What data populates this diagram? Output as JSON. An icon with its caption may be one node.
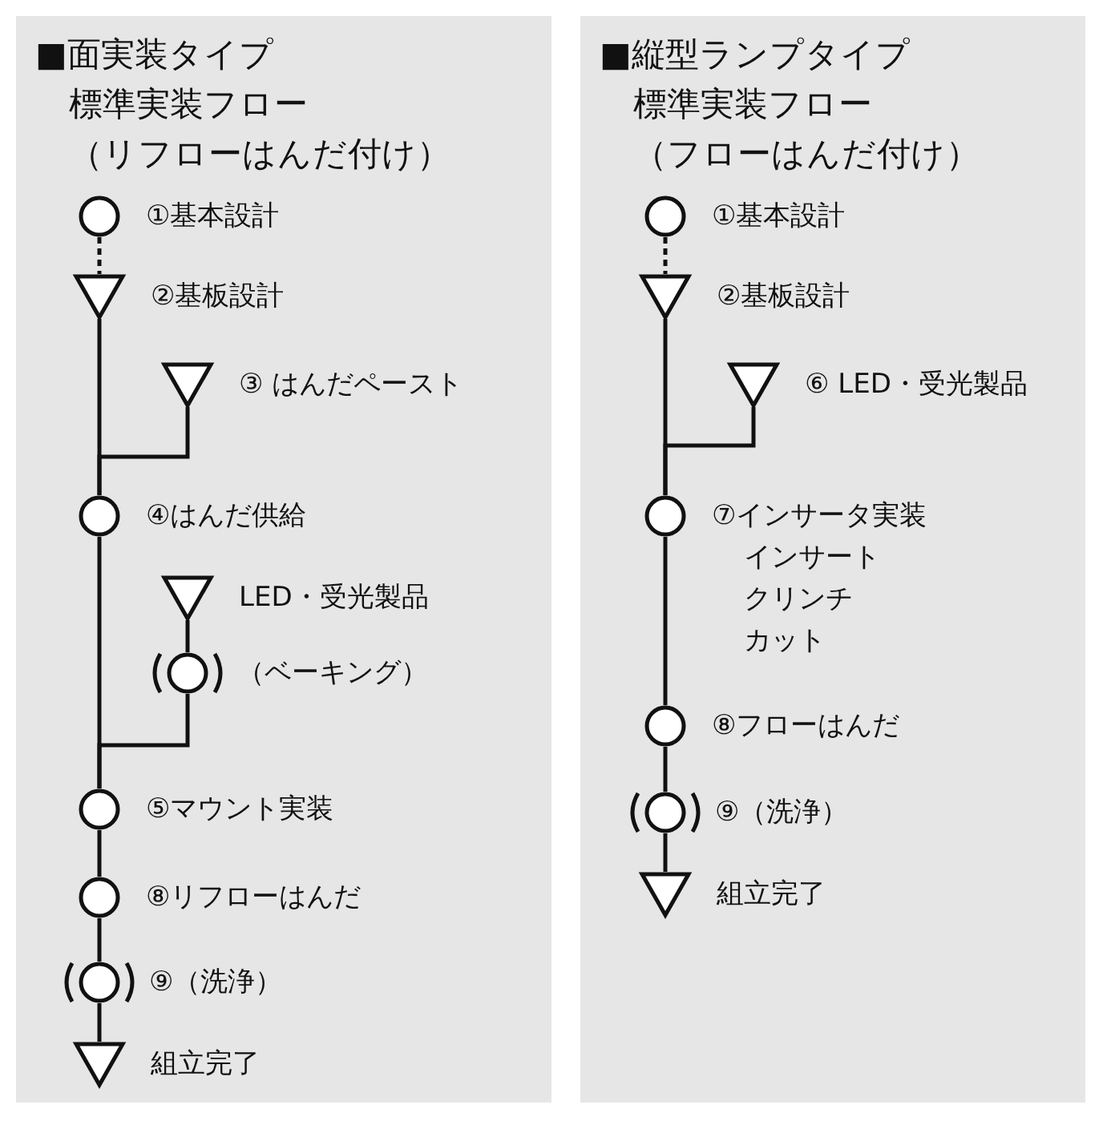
{
  "diagram": {
    "nodes": [
      {
        "text": [
          "■面実装タイプ",
          "標準実装フロー",
          "（リフローはんだ付け）"
        ]
      },
      {
        "text": [],
        "shape": "circle",
        "in": 0,
        "beside": [
          "①基本設計"
        ]
      },
      {
        "text": [],
        "shape": "triangle",
        "in": 0,
        "beside": [
          "②基板設計"
        ]
      },
      {
        "text": [],
        "shape": "triangle",
        "in": 0,
        "beside": [
          "③ はんだペースト"
        ]
      },
      {
        "text": [],
        "shape": "circle",
        "in": 0,
        "beside": [
          "④はんだ供給"
        ]
      },
      {
        "text": [],
        "shape": "triangle",
        "in": 0,
        "beside": [
          "LED・受光製品"
        ]
      },
      {
        "text": [],
        "shape": "circle",
        "in": 0,
        "beside": [
          "（ベーキング）"
        ]
      },
      {
        "text": [],
        "shape": "circle",
        "in": 0,
        "beside": [
          "⑤マウント実装"
        ]
      },
      {
        "text": [],
        "shape": "circle",
        "in": 0,
        "beside": [
          "⑧リフローはんだ"
        ]
      },
      {
        "text": [],
        "shape": "circle",
        "in": 0,
        "beside": [
          "⑨（洗浄）"
        ]
      },
      {
        "text": [],
        "shape": "triangle",
        "in": 0,
        "beside": [
          "組立完了"
        ]
      },
      {
        "text": [
          "■縦型ランプタイプ",
          "標準実装フロー",
          "（フローはんだ付け）"
        ]
      },
      {
        "text": [],
        "shape": "circle",
        "in": 11,
        "beside": [
          "①基本設計"
        ]
      },
      {
        "text": [],
        "shape": "triangle",
        "in": 11,
        "beside": [
          "②基板設計"
        ]
      },
      {
        "text": [],
        "shape": "triangle",
        "in": 11,
        "beside": [
          "⑥ LED・受光製品"
        ]
      },
      {
        "text": [],
        "shape": "circle",
        "in": 11,
        "beside": [
          "⑦インサータ実装",
          "インサート",
          "クリンチ",
          "カット"
        ]
      },
      {
        "text": [],
        "shape": "circle",
        "in": 11,
        "beside": [
          "⑧フローはんだ"
        ]
      },
      {
        "text": [],
        "shape": "circle",
        "in": 11,
        "beside": [
          "⑨（洗浄）"
        ]
      },
      {
        "text": [],
        "shape": "triangle",
        "in": 11,
        "beside": [
          "組立完了"
        ]
      }
    ],
    "edges": [
      {
        "from": 1,
        "to": 2,
        "arrow": "none",
        "style": "dashed"
      },
      {
        "from": 2,
        "to": 4,
        "arrow": "none"
      },
      {
        "from": 3,
        "to": 4,
        "arrow": "none"
      },
      {
        "from": 4,
        "to": 7,
        "arrow": "none"
      },
      {
        "from": 5,
        "to": 6,
        "arrow": "none"
      },
      {
        "from": 6,
        "to": 7,
        "arrow": "none"
      },
      {
        "from": 7,
        "to": 8,
        "arrow": "none"
      },
      {
        "from": 8,
        "to": 9,
        "arrow": "none"
      },
      {
        "from": 9,
        "to": 10,
        "arrow": "none"
      },
      {
        "from": 12,
        "to": 13,
        "arrow": "none",
        "style": "dashed"
      },
      {
        "from": 13,
        "to": 15,
        "arrow": "none"
      },
      {
        "from": 14,
        "to": 15,
        "arrow": "none"
      },
      {
        "from": 15,
        "to": 16,
        "arrow": "none"
      },
      {
        "from": 16,
        "to": 17,
        "arrow": "none"
      },
      {
        "from": 17,
        "to": 18,
        "arrow": "none"
      }
    ]
  }
}
